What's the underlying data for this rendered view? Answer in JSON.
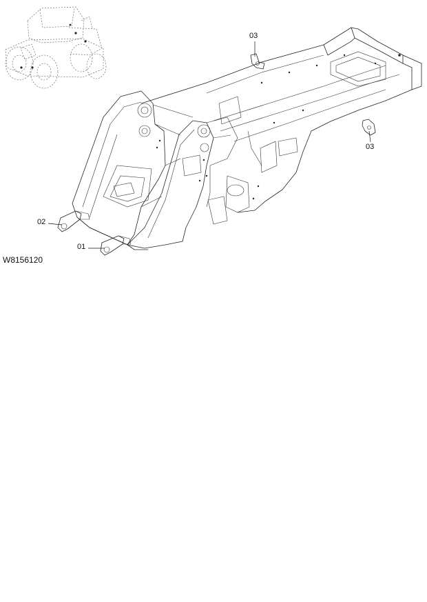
{
  "drawing": {
    "code": "W8156120"
  },
  "callouts": [
    {
      "id": "01",
      "label": "01"
    },
    {
      "id": "02",
      "label": "02"
    },
    {
      "id": "03a",
      "label": "03"
    },
    {
      "id": "03b",
      "label": "03"
    }
  ]
}
